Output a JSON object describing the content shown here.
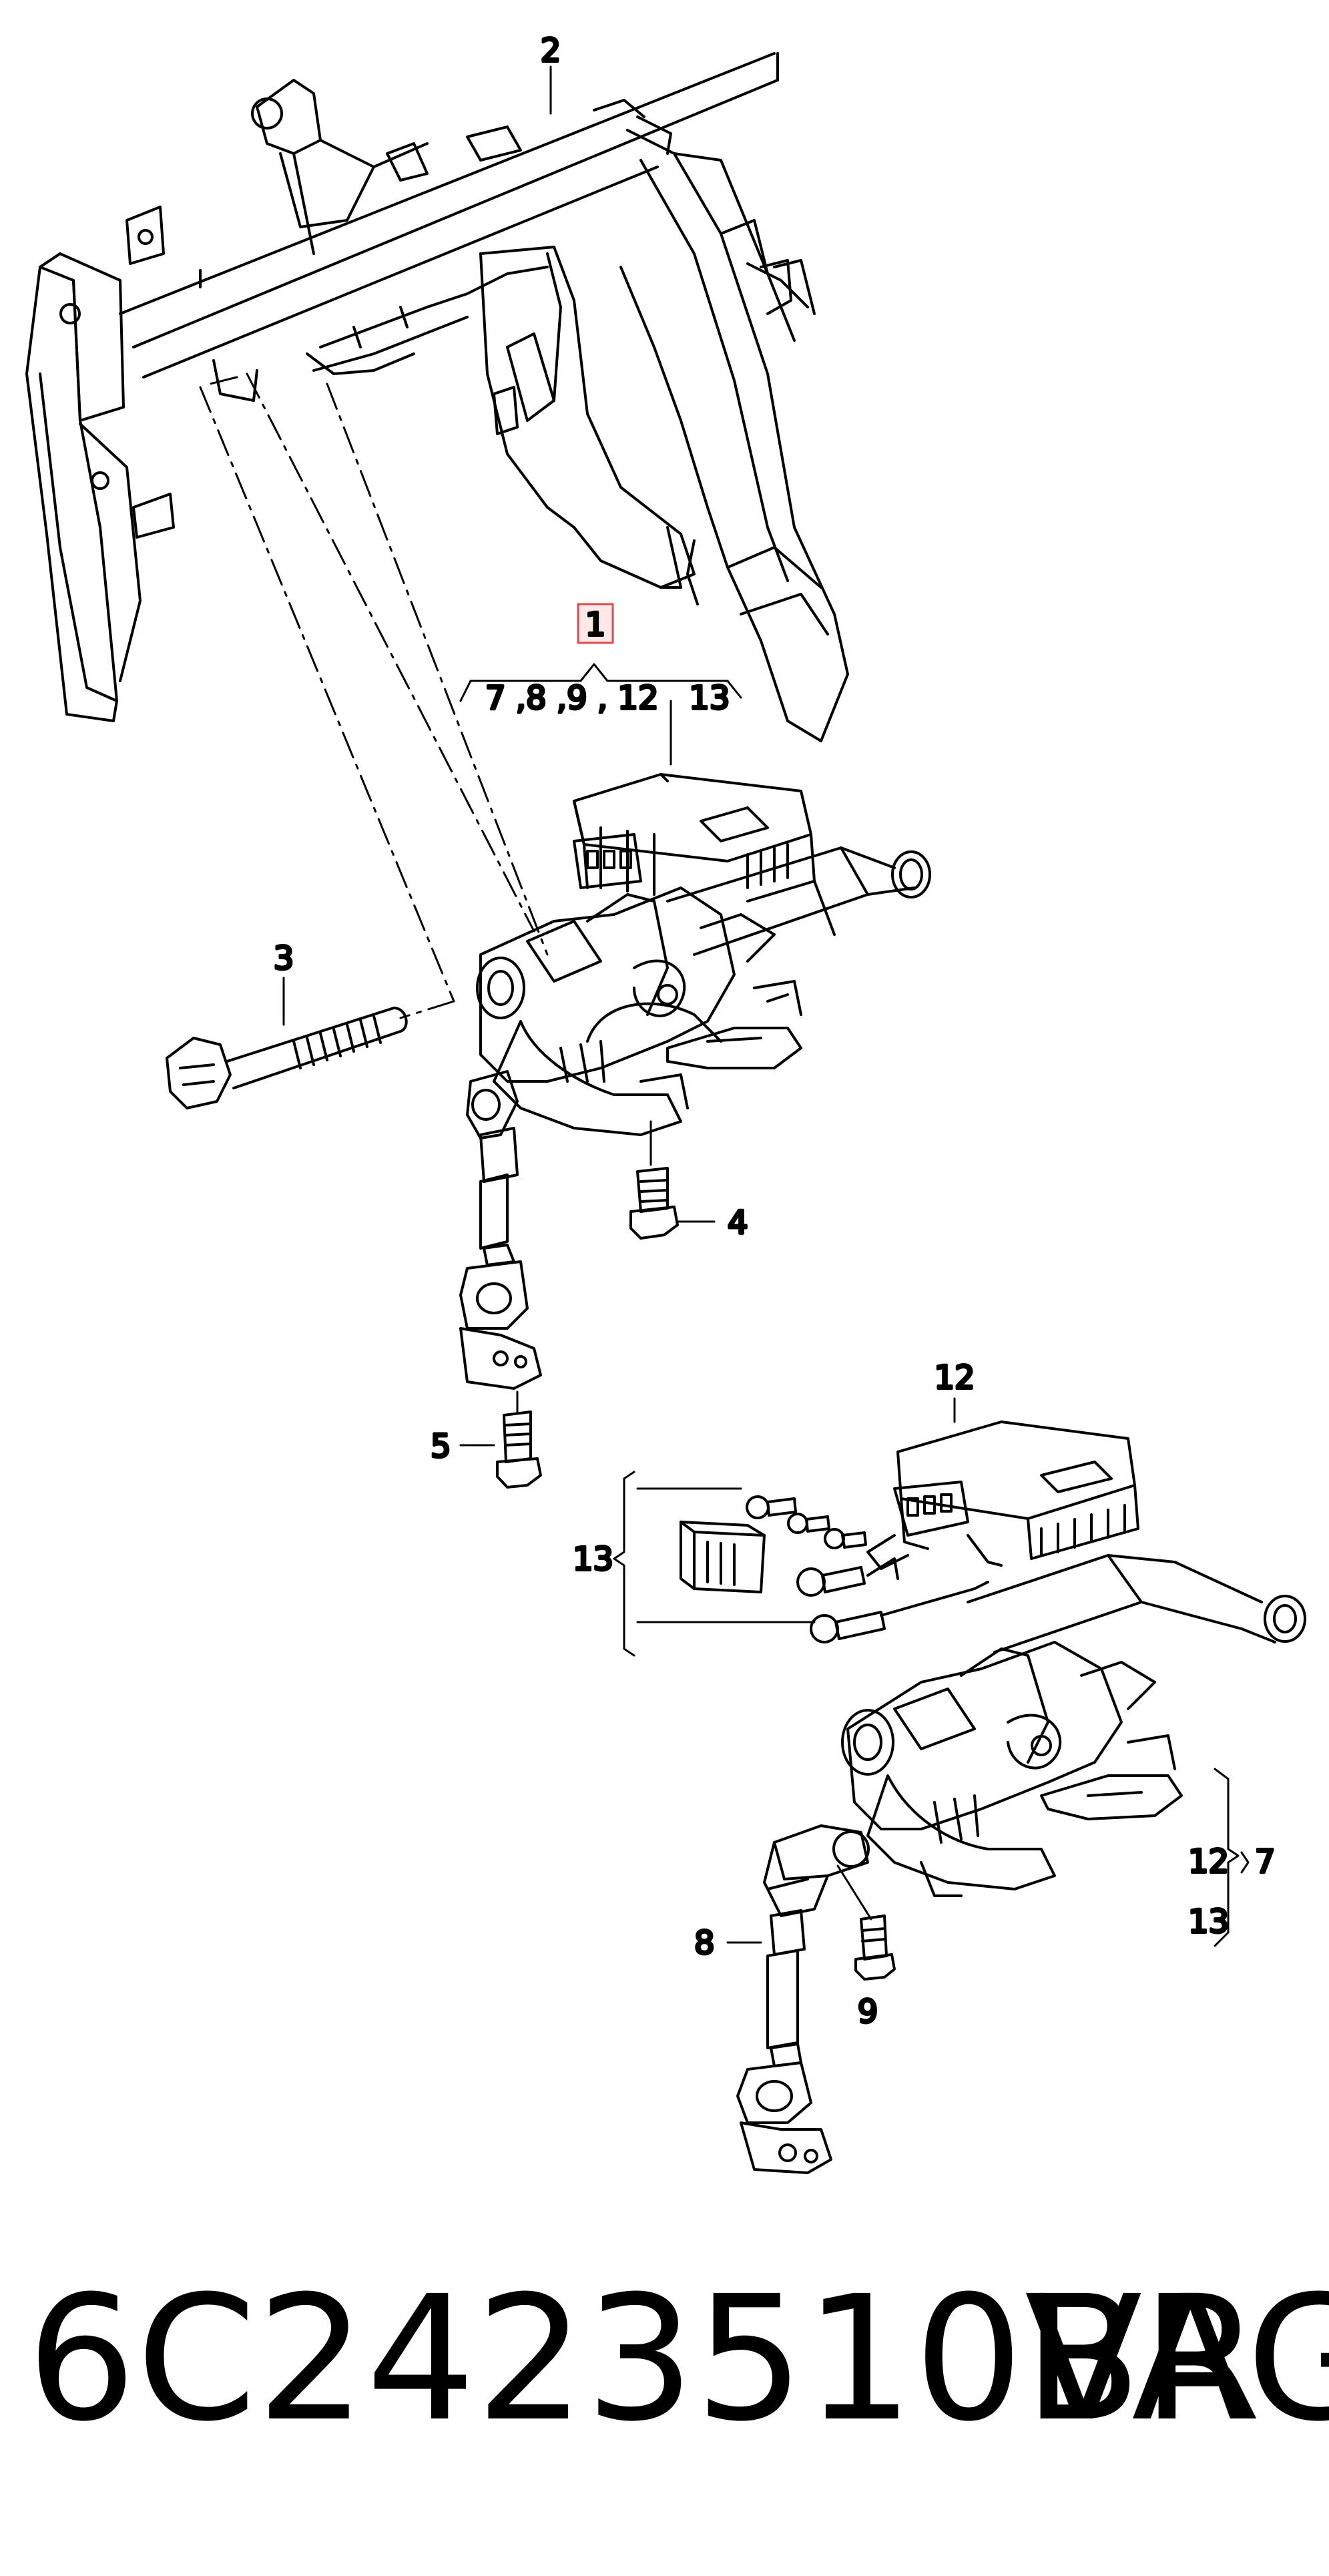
{
  "diagram": {
    "callouts": {
      "c1": "1",
      "c1_group": "7 ,8 ,9 , 12   13",
      "c2": "2",
      "c3": "3",
      "c4": "4",
      "c5": "5",
      "c12_top": "12",
      "c13_left": "13",
      "c12_right": "12",
      "c7": "7",
      "c13_right": "13",
      "c8": "8",
      "c9": "9"
    },
    "highlight_color": "#e04a4a"
  },
  "footer": {
    "part_number": "6C2423510BR",
    "brand": "VAG"
  }
}
